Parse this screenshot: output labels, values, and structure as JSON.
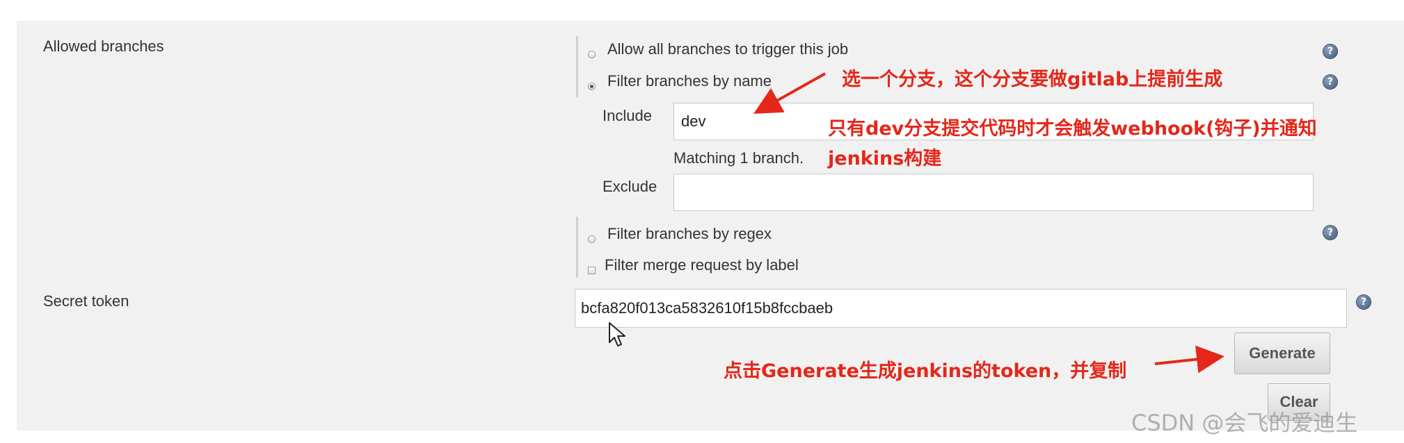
{
  "form": {
    "allowed_branches_label": "Allowed branches",
    "options": {
      "allow_all": "Allow all branches to trigger this job",
      "filter_by_name": "Filter branches by name",
      "filter_by_regex": "Filter branches by regex",
      "filter_merge_label": "Filter merge request by label"
    },
    "include_label": "Include",
    "include_value": "dev",
    "matching_text": "Matching 1 branch.",
    "exclude_label": "Exclude",
    "exclude_value": "",
    "secret_token_label": "Secret token",
    "secret_token_value": "bcfa820f013ca5832610f15b8fccbaeb",
    "generate_label": "Generate",
    "clear_label": "Clear",
    "help_glyph": "?"
  },
  "annotations": {
    "branch_note": "选一个分支，这个分支要做gitlab上提前生成",
    "webhook_note_line1": "只有dev分支提交代码时才会触发webhook(钩子)并通知",
    "webhook_note_line2": "jenkins构建",
    "generate_note": "点击Generate生成jenkins的token，并复制"
  },
  "watermark": "CSDN @会飞的爱迪生",
  "colors": {
    "annotation": "#e4271a",
    "panel_bg": "#f1f1f1"
  },
  "icons": {
    "help": "question-help-icon",
    "cursor": "mouse-pointer-icon",
    "arrow": "red-annotation-arrow"
  }
}
